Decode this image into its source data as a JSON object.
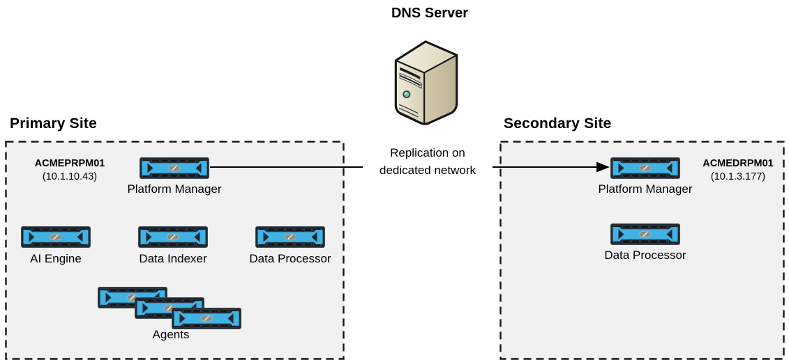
{
  "dns": {
    "label": "DNS Server"
  },
  "replication": {
    "line1": "Replication on",
    "line2": "dedicated network"
  },
  "primary": {
    "title": "Primary Site",
    "host_name": "ACMEPRPM01",
    "host_ip": "(10.1.10.43)",
    "platform_manager": "Platform Manager",
    "ai_engine": "AI Engine",
    "data_indexer": "Data Indexer",
    "data_processor": "Data Processor",
    "agents": "Agents"
  },
  "secondary": {
    "title": "Secondary Site",
    "host_name": "ACMEDRPM01",
    "host_ip": "(10.1.3.177)",
    "platform_manager": "Platform Manager",
    "data_processor": "Data Processor"
  },
  "colors": {
    "appliance_blue": "#41B2E4",
    "appliance_dark": "#1F2831",
    "appliance_slot": "#12191F",
    "appliance_slot_edge": "#3E4854",
    "ellipse_fill": "#8B8B84",
    "ellipse_edge": "#B4B4AC",
    "site_fill": "#F1F1F1",
    "box_border": "#161616",
    "arrow": "#000000",
    "server_front": "#EFEADA",
    "server_front2": "#D8D0B6",
    "server_side": "#D2C8AB",
    "server_side2": "#BFB394",
    "server_top": "#F3EFE2",
    "server_top2": "#DCD4BA",
    "power_button": "#7CB9A6"
  }
}
